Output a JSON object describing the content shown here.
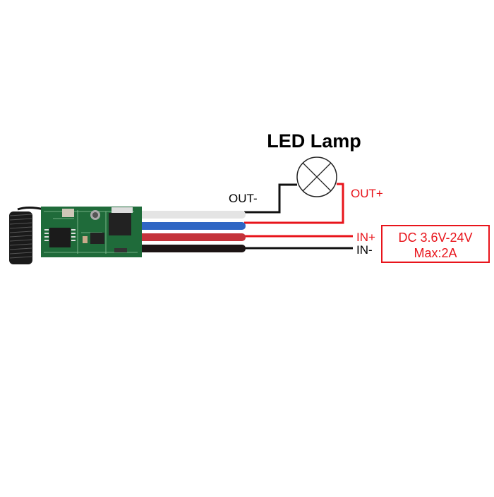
{
  "title": "LED Lamp",
  "labels": {
    "out_minus": "OUT-",
    "out_plus": "OUT+",
    "in_plus": "IN+",
    "in_minus": "IN-"
  },
  "spec_box": {
    "line1": "DC 3.6V-24V",
    "line2": "Max:2A"
  },
  "colors": {
    "red": "#e8141b",
    "black": "#111111",
    "pcb_green": "#1f6b3a",
    "wire_white": "#e4e4e4",
    "wire_blue": "#2f66c4",
    "wire_red": "#c4333a",
    "wire_black": "#1c1414"
  }
}
